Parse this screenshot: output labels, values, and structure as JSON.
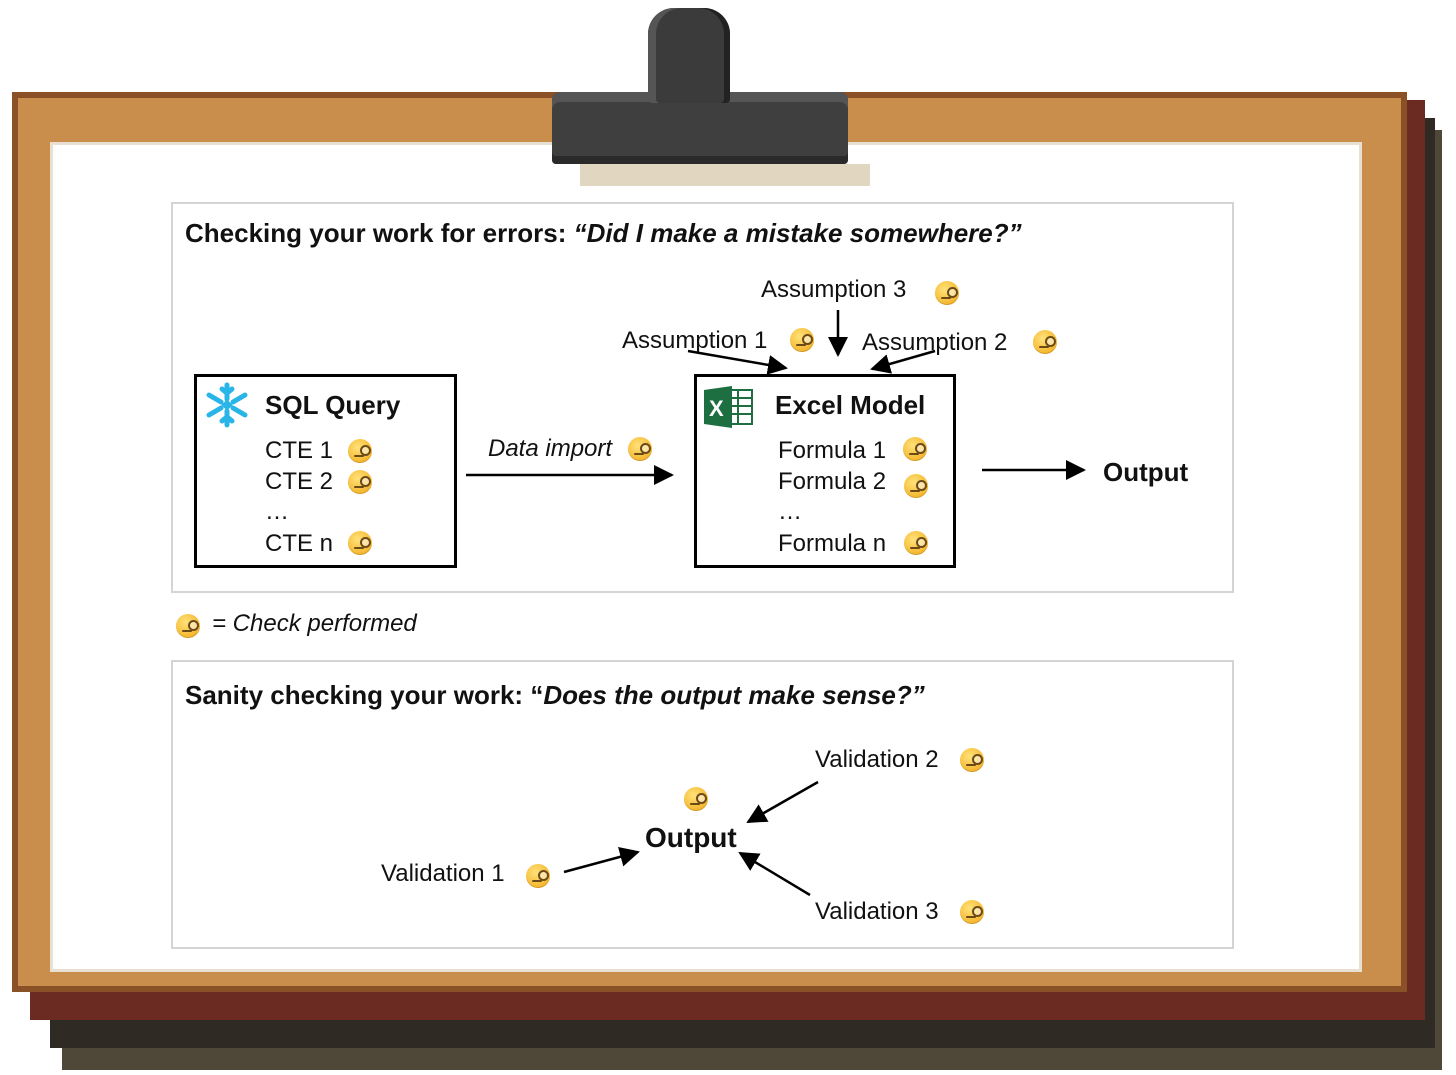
{
  "panel1": {
    "title_lead": "Checking your work for errors: ",
    "title_quote": "“Did I make a mistake somewhere?”",
    "sql_box": {
      "title": "SQL Query",
      "icon": "snowflake-icon",
      "items": [
        "CTE 1",
        "CTE 2",
        "…",
        "CTE n"
      ]
    },
    "data_import_label": "Data import",
    "excel_box": {
      "title": "Excel Model",
      "icon": "excel-icon",
      "items": [
        "Formula 1",
        "Formula 2",
        "…",
        "Formula n"
      ]
    },
    "assumptions": [
      "Assumption 1",
      "Assumption 2",
      "Assumption 3"
    ],
    "output_label": "Output"
  },
  "legend": {
    "text": "= Check performed",
    "icon": "monocle-face-icon"
  },
  "panel2": {
    "title_lead": "Sanity checking your work: “",
    "title_quote": "Does the output make sense?”",
    "output_label": "Output",
    "validations": [
      "Validation 1",
      "Validation 2",
      "Validation 3"
    ]
  },
  "colors": {
    "board": "#c98d4c",
    "board_edge": "#8a5126",
    "clip": "#3f3f3f",
    "snowflake": "#29b5e8",
    "excel": "#1d6f42",
    "emoji": "#f5b72e"
  }
}
